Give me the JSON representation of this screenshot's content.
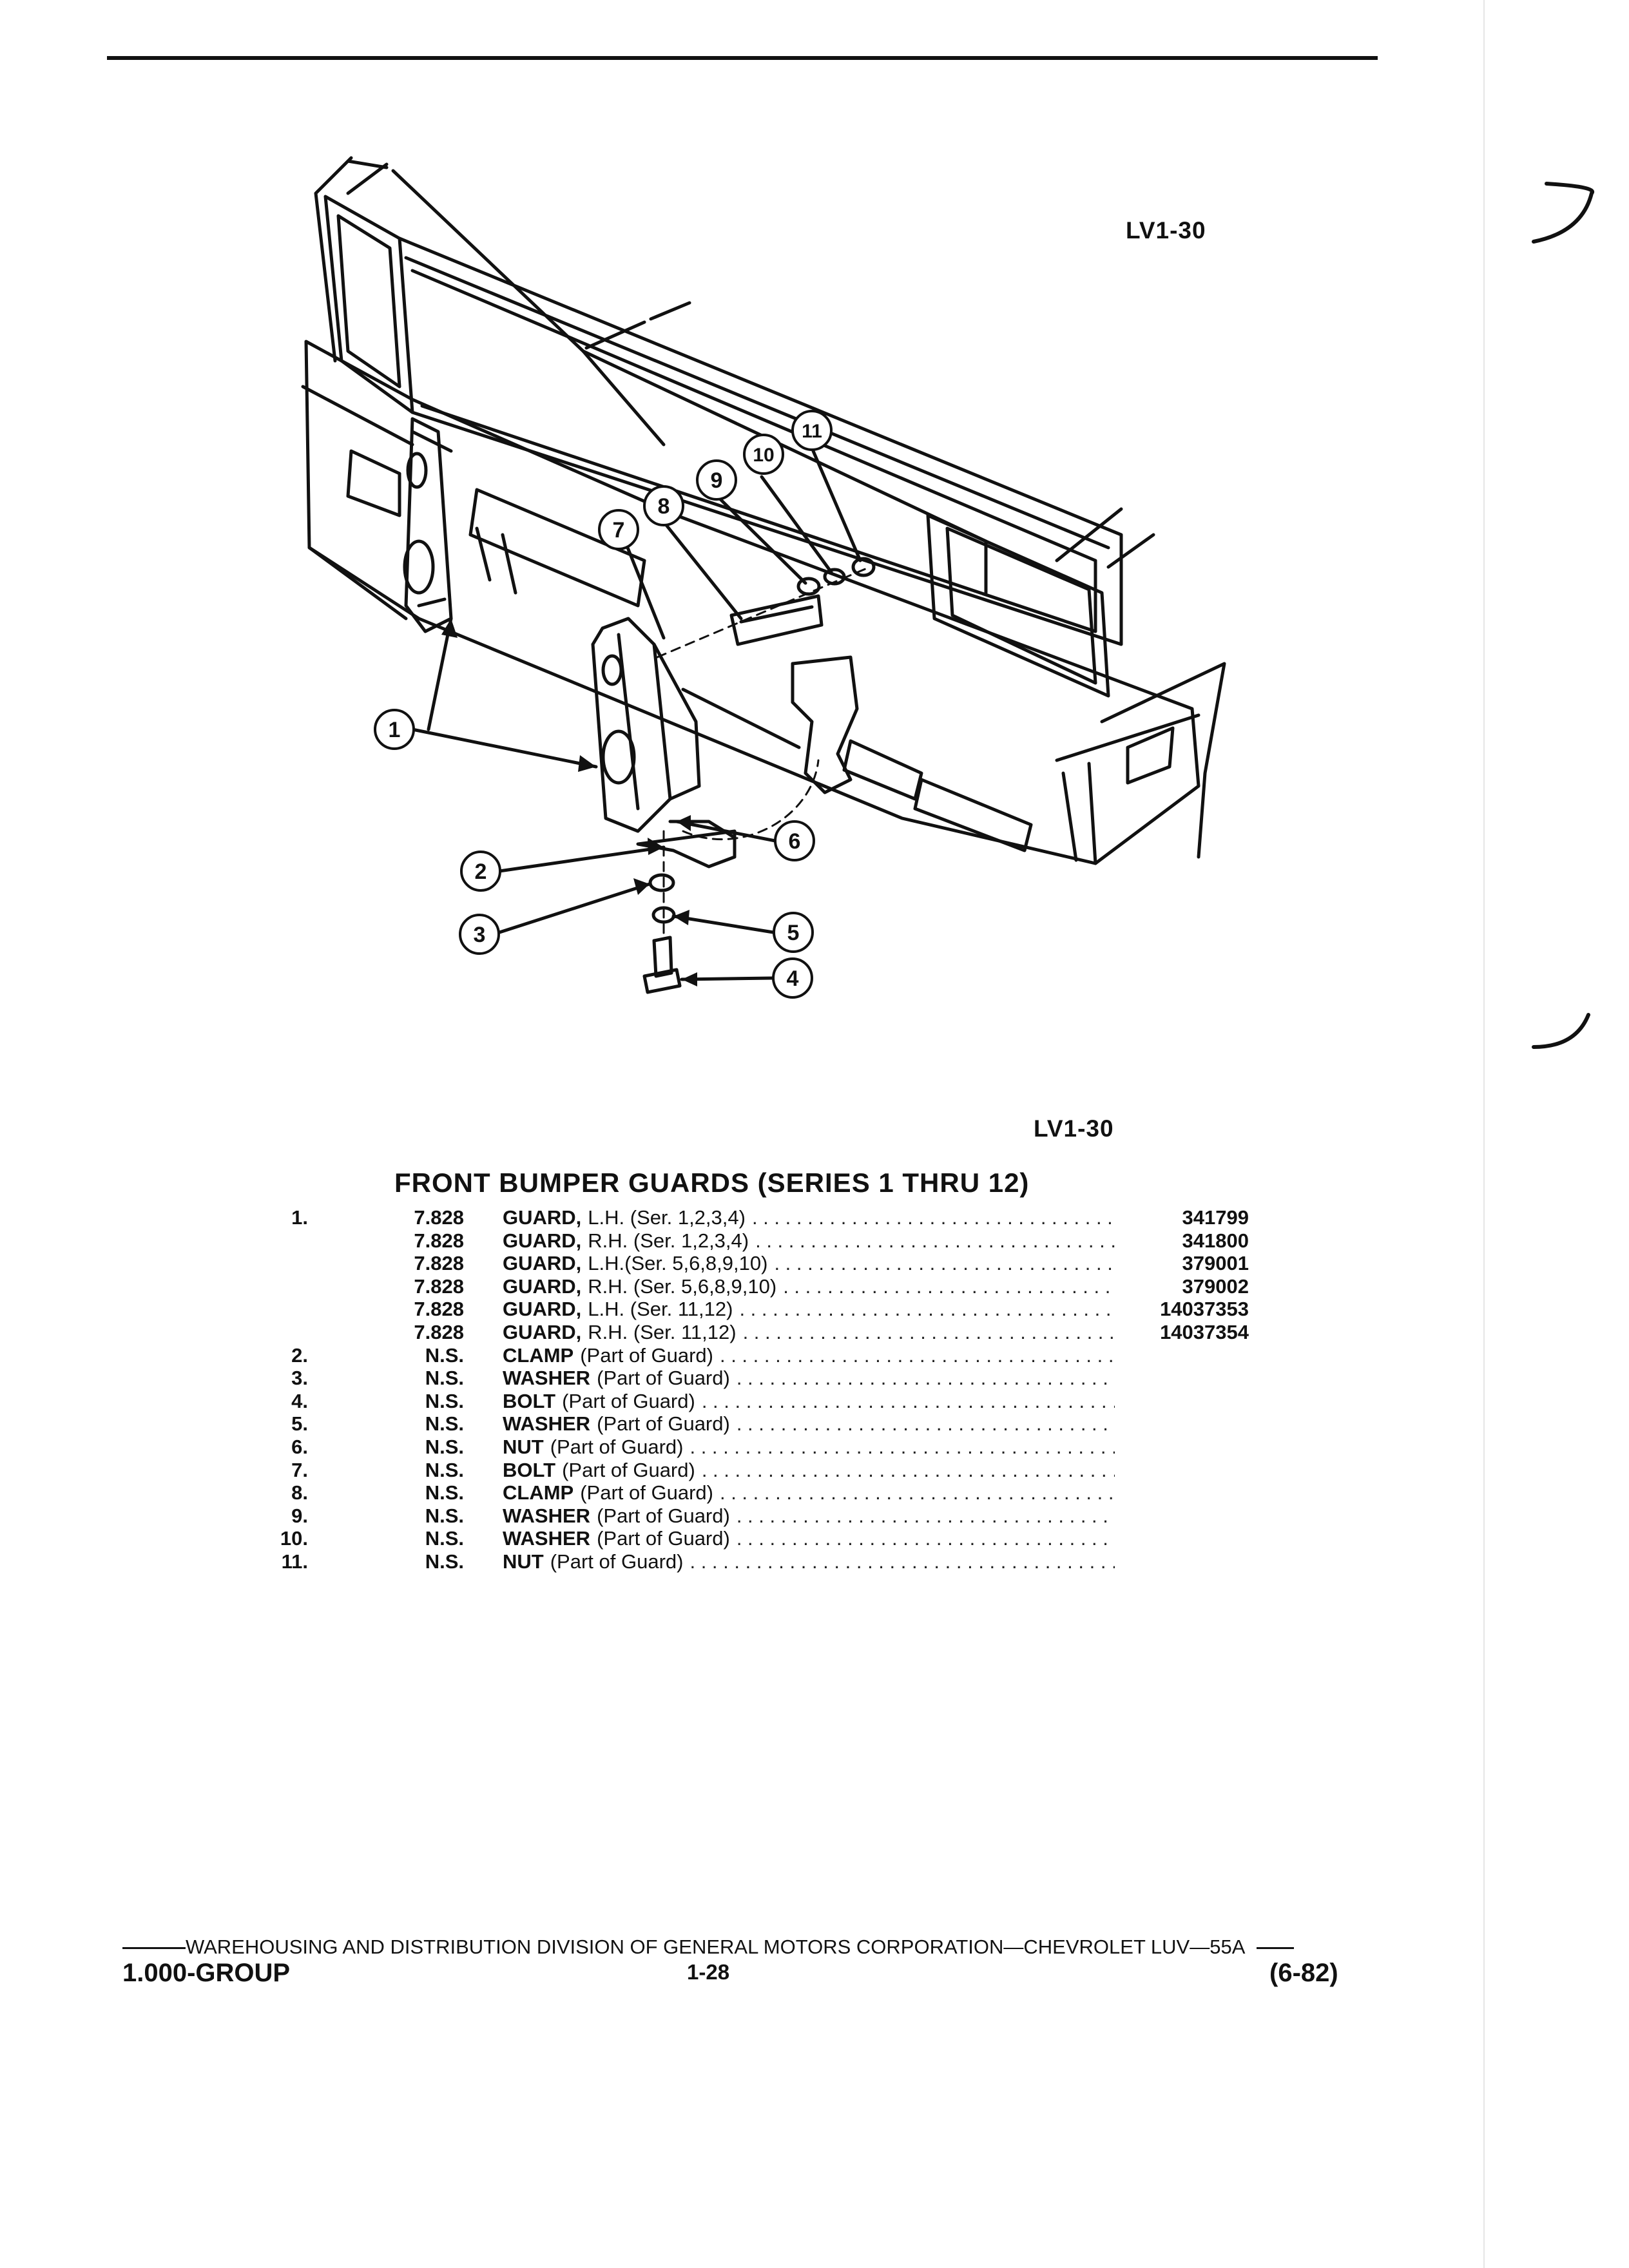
{
  "figure": {
    "code_top": "LV1-30",
    "code_bottom": "LV1-30"
  },
  "callouts": [
    "1",
    "2",
    "3",
    "4",
    "5",
    "6",
    "7",
    "8",
    "9",
    "10",
    "11"
  ],
  "section_title": "FRONT BUMPER GUARDS (SERIES 1 THRU 12)",
  "parts": [
    {
      "num": "1.",
      "group": "7.828",
      "name": "GUARD,",
      "qual": "L.H. (Ser. 1,2,3,4)",
      "part": "341799"
    },
    {
      "num": "",
      "group": "7.828",
      "name": "GUARD,",
      "qual": "R.H. (Ser. 1,2,3,4)",
      "part": "341800"
    },
    {
      "num": "",
      "group": "7.828",
      "name": "GUARD,",
      "qual": "L.H.(Ser. 5,6,8,9,10)",
      "part": "379001"
    },
    {
      "num": "",
      "group": "7.828",
      "name": "GUARD,",
      "qual": "R.H. (Ser. 5,6,8,9,10)",
      "part": "379002"
    },
    {
      "num": "",
      "group": "7.828",
      "name": "GUARD,",
      "qual": "L.H. (Ser. 11,12)",
      "part": "14037353"
    },
    {
      "num": "",
      "group": "7.828",
      "name": "GUARD,",
      "qual": "R.H. (Ser. 11,12)",
      "part": "14037354"
    },
    {
      "num": "2.",
      "group": "N.S.",
      "name": "CLAMP",
      "qual": "(Part of Guard)",
      "part": ""
    },
    {
      "num": "3.",
      "group": "N.S.",
      "name": "WASHER",
      "qual": "(Part of Guard)",
      "part": ""
    },
    {
      "num": "4.",
      "group": "N.S.",
      "name": "BOLT",
      "qual": "(Part of Guard)",
      "part": ""
    },
    {
      "num": "5.",
      "group": "N.S.",
      "name": "WASHER",
      "qual": "(Part of Guard)",
      "part": ""
    },
    {
      "num": "6.",
      "group": "N.S.",
      "name": "NUT",
      "qual": "(Part of Guard)",
      "part": ""
    },
    {
      "num": "7.",
      "group": "N.S.",
      "name": "BOLT",
      "qual": "(Part of Guard)",
      "part": ""
    },
    {
      "num": "8.",
      "group": "N.S.",
      "name": "CLAMP",
      "qual": "(Part of Guard)",
      "part": ""
    },
    {
      "num": "9.",
      "group": "N.S.",
      "name": "WASHER",
      "qual": "(Part of Guard)",
      "part": ""
    },
    {
      "num": "10.",
      "group": "N.S.",
      "name": "WASHER",
      "qual": "(Part of Guard)",
      "part": ""
    },
    {
      "num": "11.",
      "group": "N.S.",
      "name": "NUT",
      "qual": "(Part of Guard)",
      "part": ""
    }
  ],
  "footer": {
    "line": "WAREHOUSING AND DISTRIBUTION  DIVISION OF GENERAL MOTORS CORPORATION—CHEVROLET LUV—55A",
    "group": "1.000-GROUP",
    "page": "1-28",
    "date": "(6-82)"
  }
}
